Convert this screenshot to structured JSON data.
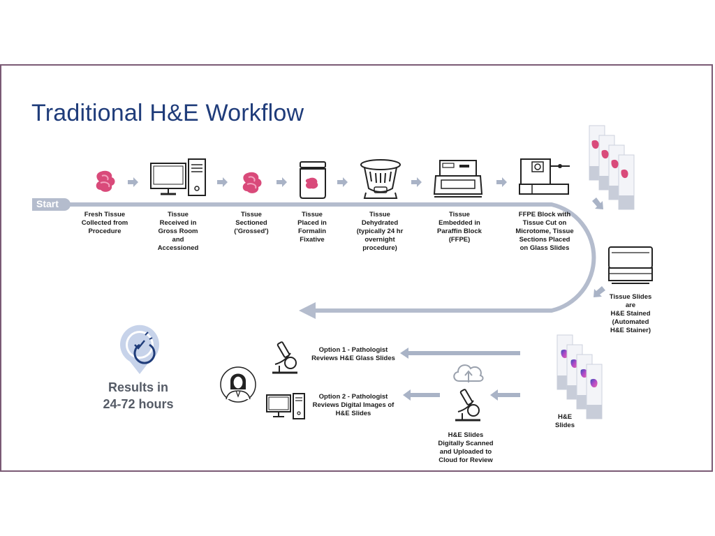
{
  "title": "Traditional H&E Workflow",
  "start_label": "Start",
  "steps": [
    {
      "label": "Fresh Tissue\nCollected from\nProcedure",
      "icon": "tissue-icon"
    },
    {
      "label": "Tissue\nReceived in\nGross Room\nand\nAccessioned",
      "icon": "computer-icon"
    },
    {
      "label": "Tissue\nSectioned\n('Grossed')",
      "icon": "tissue-icon"
    },
    {
      "label": "Tissue\nPlaced in\nFormalin\nFixative",
      "icon": "jar-icon"
    },
    {
      "label": "Tissue\nDehydrated\n(typically 24 hr\novernight\nprocedure)",
      "icon": "processor-icon"
    },
    {
      "label": "Tissue\nEmbedded in\nParaffin Block\n(FFPE)",
      "icon": "embedder-icon"
    },
    {
      "label": "FFPE Block with\nTissue Cut on\nMicrotome, Tissue\nSections Placed\non Glass Slides",
      "icon": "microtome-icon"
    }
  ],
  "stainer_label": "Tissue Slides\nare\nH&E Stained\n(Automated\nH&E Stainer)",
  "he_slides_label": "H&E\nSlides",
  "scan_label": "H&E Slides\nDigitally Scanned\nand Uploaded to\nCloud for Review",
  "option1_label": "Option 1 - Pathologist\nReviews H&E Glass Slides",
  "option2_label": "Option 2 - Pathologist\nReviews Digital Images of\nH&E Slides",
  "results_label": "Results in\n24-72 hours",
  "colors": {
    "title": "#1f3c7a",
    "track": "#b4bccd",
    "arrow": "#a9b3c6",
    "tissue": "#d94a7a",
    "frame": "#7a5a74"
  }
}
